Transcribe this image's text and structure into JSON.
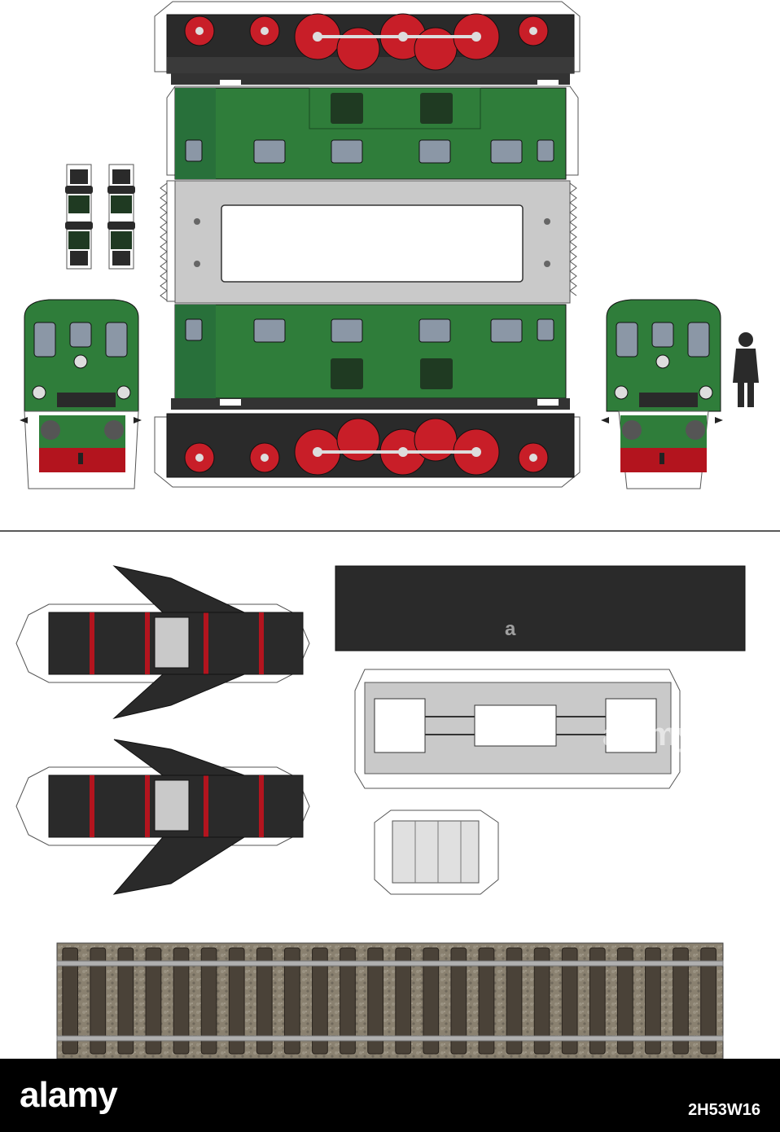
{
  "watermark": {
    "letter": "a",
    "brand": "alamy"
  },
  "footer": {
    "brand": "alamy",
    "image_code": "2H53W16"
  },
  "palette": {
    "body_green": "#2f7d3a",
    "dark_green": "#1f5a28",
    "chassis_black": "#2a2a2a",
    "wheel_red": "#c81e28",
    "buffer_red": "#b3141e",
    "roof_grey": "#c9c9c9",
    "window_grey": "#8b97a6",
    "ballast": "#8a8170",
    "sleeper": "#4a4238",
    "rail": "#b0b0b0"
  },
  "icons": [
    "person-silhouette-icon",
    "cut-mark-arrow-icon"
  ]
}
